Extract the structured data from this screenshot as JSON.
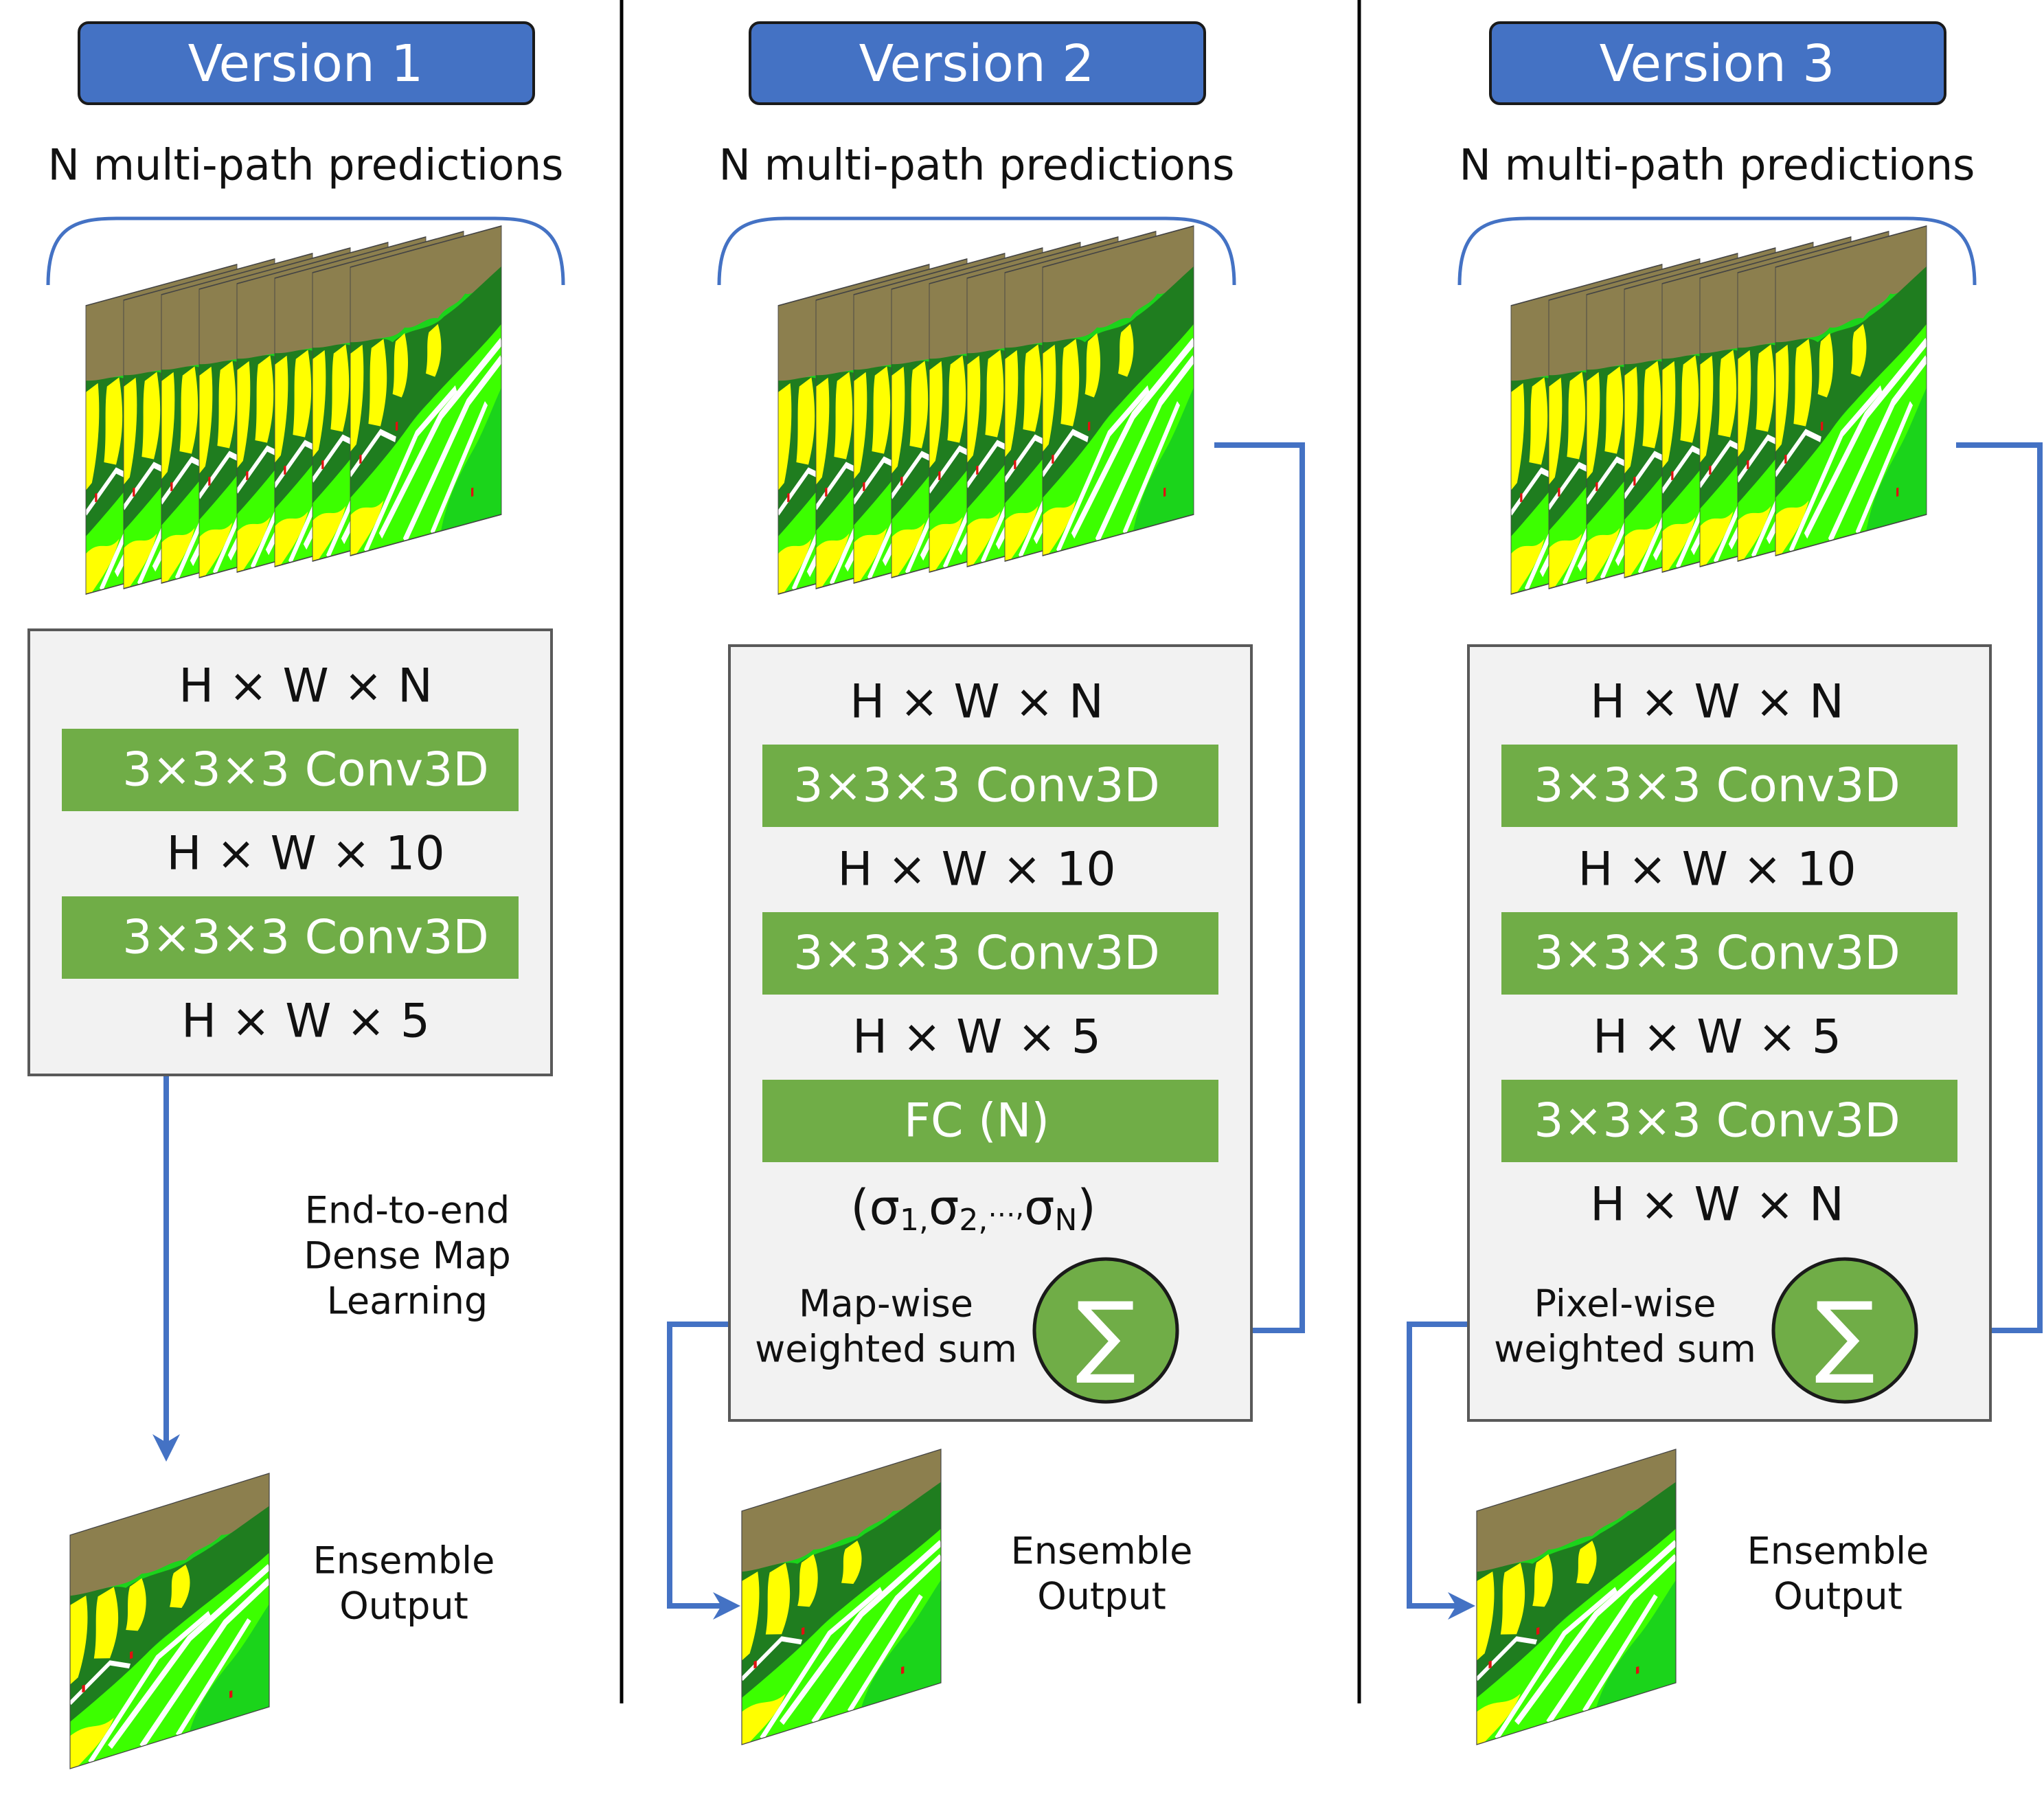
{
  "columns": [
    {
      "version_label": "Version 1",
      "predictions_label": "N multi-path predictions",
      "rows": [
        {
          "type": "text",
          "text": "H × W × N"
        },
        {
          "type": "layer",
          "text": "3×3×3 Conv3D"
        },
        {
          "type": "text",
          "text": "H × W × 10"
        },
        {
          "type": "layer",
          "text": "3×3×3 Conv3D"
        },
        {
          "type": "text",
          "text": "H × W × 5"
        }
      ],
      "arrow_note": [
        "End-to-end",
        "Dense Map",
        "Learning"
      ],
      "output_label": [
        "Ensemble",
        "Output"
      ]
    },
    {
      "version_label": "Version 2",
      "predictions_label": "N multi-path predictions",
      "rows": [
        {
          "type": "text",
          "text": "H × W × N"
        },
        {
          "type": "layer",
          "text": "3×3×3 Conv3D"
        },
        {
          "type": "text",
          "text": "H × W × 10"
        },
        {
          "type": "layer",
          "text": "3×3×3 Conv3D"
        },
        {
          "type": "text",
          "text": "H × W × 5"
        },
        {
          "type": "layer",
          "text": "FC (N)"
        }
      ],
      "sigma": {
        "open": "(",
        "sym": "σ",
        "s1": "1,",
        "s2": "2,",
        "dots": "…,",
        "sN": "N",
        "close": ")"
      },
      "sum_label": [
        "Map-wise",
        "weighted sum"
      ],
      "sum_symbol": "∑",
      "output_label": [
        "Ensemble",
        "Output"
      ]
    },
    {
      "version_label": "Version 3",
      "predictions_label": "N multi-path predictions",
      "rows": [
        {
          "type": "text",
          "text": "H × W × N"
        },
        {
          "type": "layer",
          "text": "3×3×3 Conv3D"
        },
        {
          "type": "text",
          "text": "H × W × 10"
        },
        {
          "type": "layer",
          "text": "3×3×3 Conv3D"
        },
        {
          "type": "text",
          "text": "H × W × 5"
        },
        {
          "type": "layer",
          "text": "3×3×3 Conv3D"
        },
        {
          "type": "text",
          "text": "H × W × N"
        }
      ],
      "sum_label": [
        "Pixel-wise",
        "weighted sum"
      ],
      "sum_symbol": "∑",
      "output_label": [
        "Ensemble",
        "Output"
      ]
    }
  ],
  "colors": {
    "header_fill": "#4472c4",
    "layer_fill": "#70ad47",
    "box_fill": "#f2f2f2",
    "box_border": "#595959",
    "arrow": "#4472c4",
    "divider": "#000000",
    "sum_fill": "#70ad47",
    "map_sky": "#8c7f4e",
    "map_dark_green": "#1f7d1f",
    "map_green": "#1bd41b",
    "map_bright_green": "#3cff00",
    "map_yellow": "#ffff00",
    "map_road": "#ffffff",
    "map_red": "#e01010"
  }
}
